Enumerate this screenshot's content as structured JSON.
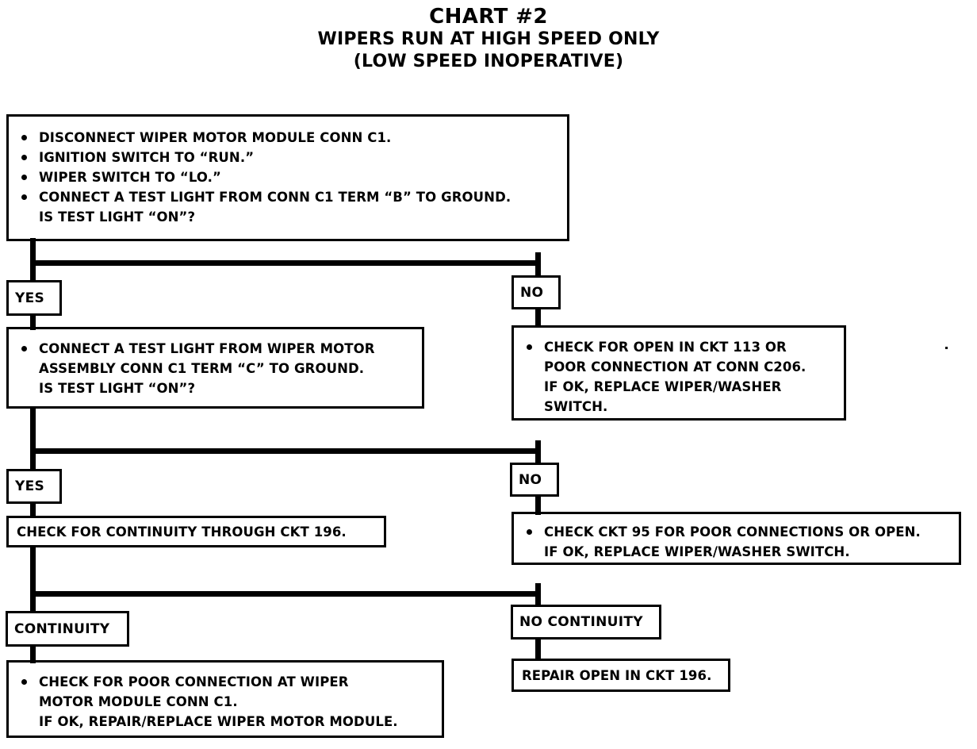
{
  "title": {
    "line1": "CHART #2",
    "line2": "WIPERS RUN AT HIGH SPEED ONLY",
    "line3": "(LOW SPEED INOPERATIVE)"
  },
  "colors": {
    "ink": "#000000",
    "paper": "#ffffff"
  },
  "nodes": {
    "step1": {
      "bullets": [
        "DISCONNECT WIPER MOTOR MODULE CONN C1.",
        "IGNITION SWITCH TO “RUN.”",
        "WIPER SWITCH TO “LO.”",
        "CONNECT A TEST LIGHT FROM CONN C1 TERM “B” TO GROUND."
      ],
      "bullet4_cont": "IS TEST LIGHT “ON”?"
    },
    "yes1": "YES",
    "no1": "NO",
    "step2": {
      "bullet": "CONNECT A TEST LIGHT FROM WIPER MOTOR",
      "cont1": "ASSEMBLY CONN C1 TERM “C” TO GROUND.",
      "cont2": "IS TEST LIGHT “ON”?"
    },
    "result_no1": {
      "bullet": "CHECK FOR OPEN IN CKT 113 OR",
      "cont1": "POOR CONNECTION AT CONN C206.",
      "cont2": "IF OK, REPLACE WIPER/WASHER",
      "cont3": "SWITCH."
    },
    "yes2": "YES",
    "no2": "NO",
    "step3": "CHECK FOR CONTINUITY THROUGH CKT 196.",
    "result_no2": {
      "bullet": "CHECK CKT 95 FOR POOR CONNECTIONS OR OPEN.",
      "cont1": "IF OK, REPLACE WIPER/WASHER SWITCH."
    },
    "continuity": "CONTINUITY",
    "no_continuity": "NO CONTINUITY",
    "result_continuity": {
      "bullet": "CHECK FOR POOR CONNECTION AT WIPER",
      "cont1": "MOTOR MODULE CONN C1.",
      "cont2": "IF OK, REPAIR/REPLACE WIPER MOTOR MODULE."
    },
    "result_no_continuity": "REPAIR OPEN IN CKT 196."
  }
}
